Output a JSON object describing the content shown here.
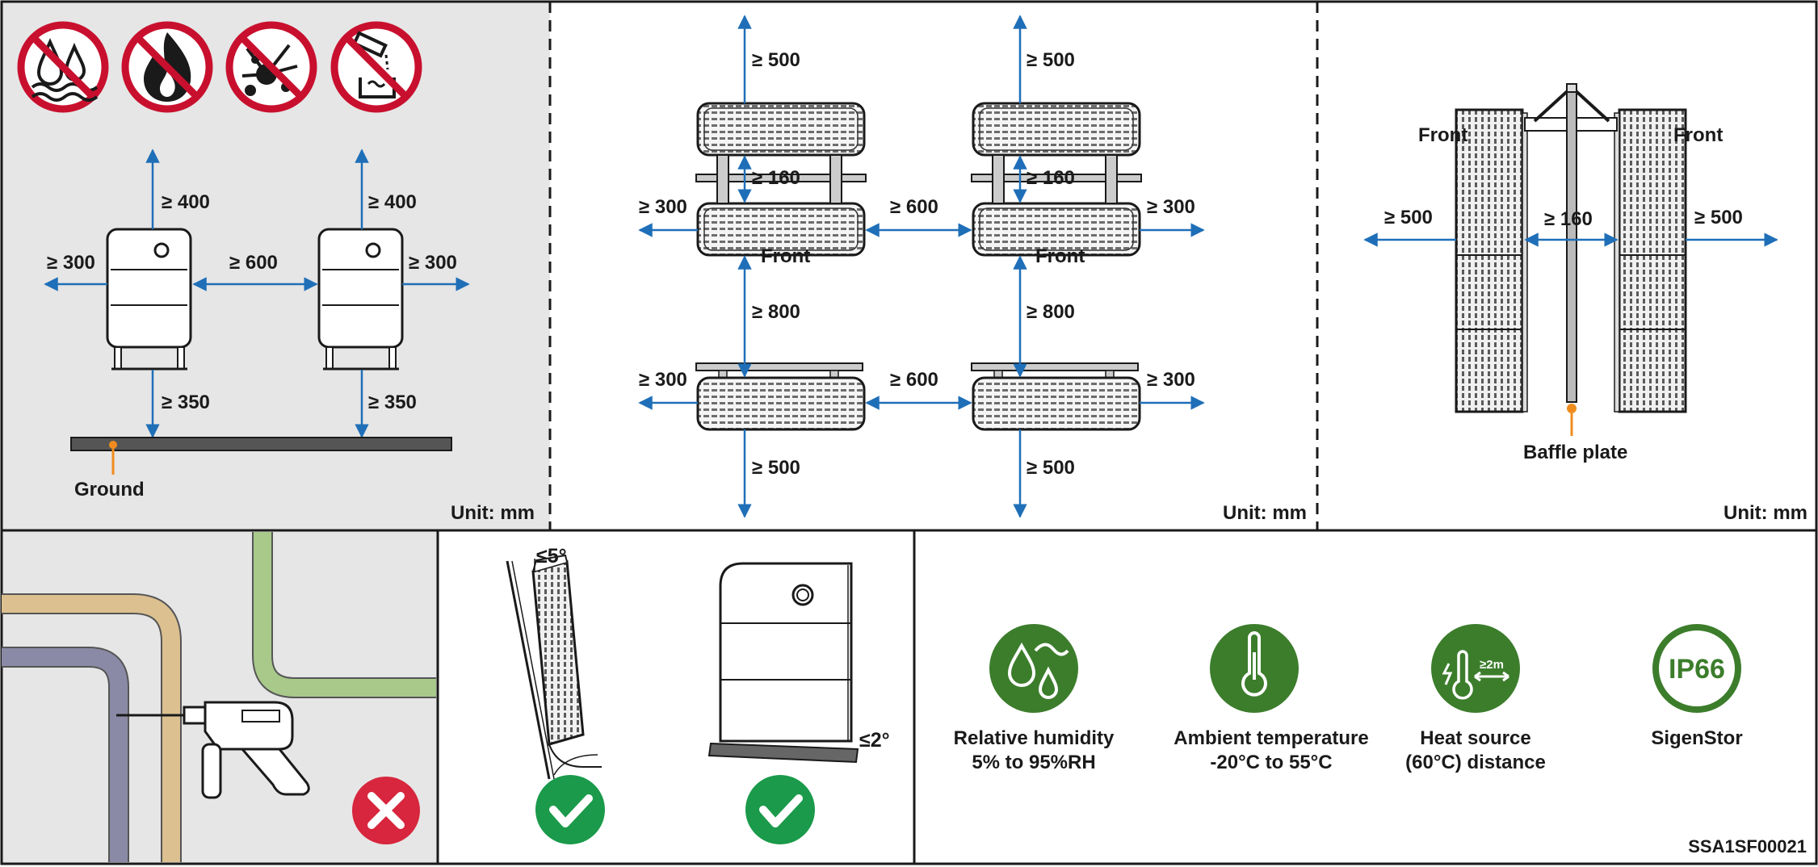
{
  "colors": {
    "arrow": "#1f6fb8",
    "panel_gray": "#e6e6e6",
    "prohibit_red": "#c8102e",
    "check_green": "#1a9a4a",
    "cross_red": "#d7263d",
    "icon_green": "#3c7d2c",
    "orange_marker": "#f08c1e",
    "pipe_purple": "#8a8aa6",
    "pipe_tan": "#dcc090",
    "pipe_green": "#a8c98a"
  },
  "prohibited_icons": [
    "water-prohibited-icon",
    "fire-prohibited-icon",
    "explosive-prohibited-icon",
    "corrosive-prohibited-icon"
  ],
  "panel1": {
    "top": [
      "≥ 400",
      "≥ 400"
    ],
    "left": "≥ 300",
    "between": "≥ 600",
    "right": "≥ 300",
    "bottom": [
      "≥ 350",
      "≥ 350"
    ],
    "ground": "Ground",
    "unit": "Unit: mm"
  },
  "panel2": {
    "top": [
      "≥ 500",
      "≥ 500"
    ],
    "pair_gap": [
      "≥ 160",
      "≥ 160"
    ],
    "side_left": [
      "≥ 300",
      "≥ 300"
    ],
    "between": [
      "≥ 600",
      "≥ 600"
    ],
    "side_right": [
      "≥ 300",
      "≥ 300"
    ],
    "front": [
      "Front",
      "Front"
    ],
    "middle": [
      "≥ 800",
      "≥ 800"
    ],
    "bottom": [
      "≥ 500",
      "≥ 500"
    ],
    "unit": "Unit: mm"
  },
  "panel3": {
    "front_left": "Front",
    "front_right": "Front",
    "left": "≥ 500",
    "gap": "≥ 160",
    "right": "≥ 500",
    "baffle": "Baffle plate",
    "unit": "Unit: mm"
  },
  "tilt": {
    "wall_angle": "≤5°",
    "floor_angle": "≤2°"
  },
  "conditions": [
    {
      "icon": "humidity-icon",
      "line1": "Relative humidity",
      "line2": "5% to 95%RH"
    },
    {
      "icon": "thermometer-icon",
      "line1": "Ambient temperature",
      "line2": "-20°C to 55°C"
    },
    {
      "icon": "heat-source-icon",
      "line1": "Heat source",
      "line2": "(60°C) distance",
      "badge": "≥2m"
    },
    {
      "icon": "ip66-icon",
      "line1": "SigenStor",
      "badge": "IP66"
    }
  ],
  "doc_code": "SSA1SF00021"
}
